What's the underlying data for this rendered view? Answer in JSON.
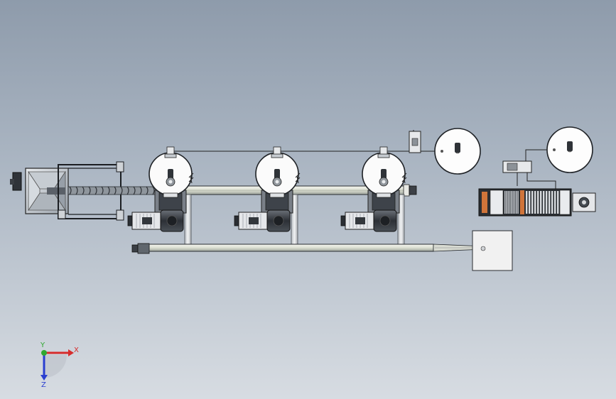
{
  "view": {
    "background_top": "#8e9bab",
    "background_bottom": "#d7dce2"
  },
  "triad": {
    "x_label": "X",
    "y_label": "Y",
    "z_label": "Z",
    "x_color": "#d62c2c",
    "y_color": "#2fa82f",
    "z_color": "#2a3fd0"
  },
  "equipment": {
    "hopper": {
      "name": "feed-hopper"
    },
    "screw_conveyor": {
      "name": "screw-conveyor"
    },
    "tanks": [
      {
        "name": "mixing-tank-1"
      },
      {
        "name": "mixing-tank-2"
      },
      {
        "name": "mixing-tank-3"
      }
    ],
    "motors": [
      {
        "name": "gear-motor-1"
      },
      {
        "name": "gear-motor-2"
      },
      {
        "name": "gear-motor-3"
      }
    ],
    "storage_tanks": [
      {
        "name": "storage-tank-1"
      },
      {
        "name": "storage-tank-2"
      }
    ],
    "filter_press": {
      "name": "filter-press"
    },
    "outlet_box": {
      "name": "outlet-box"
    }
  }
}
